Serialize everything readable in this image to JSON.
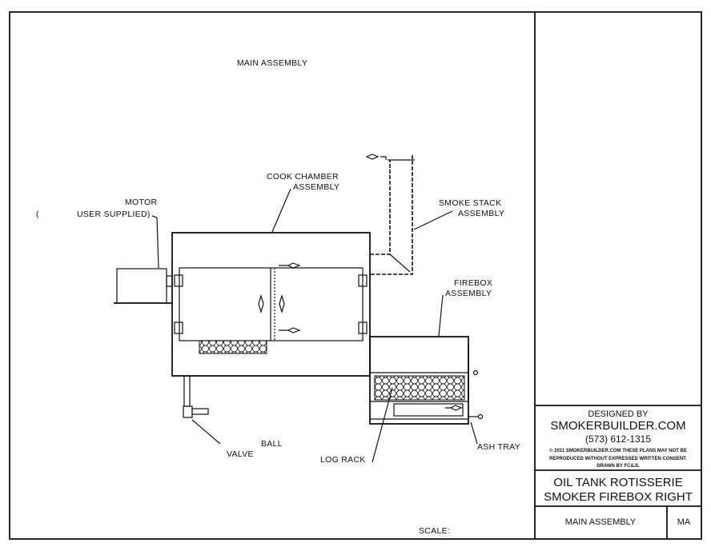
{
  "drawing": {
    "heading": "MAIN ASSEMBLY",
    "labels": {
      "cook_chamber_1": "COOK CHAMBER",
      "cook_chamber_2": "ASSEMBLY",
      "motor_1": "MOTOR",
      "motor_paren": "(",
      "motor_2": "USER SUPPLIED)",
      "smoke_stack_1": "SMOKE STACK",
      "smoke_stack_2": "ASSEMBLY",
      "firebox_1": "FIREBOX",
      "firebox_2": "ASSEMBLY",
      "ball": "BALL",
      "valve": "VALVE",
      "log_rack": "LOG RACK",
      "ash_tray": "ASH TRAY"
    },
    "scale_label": "SCALE:"
  },
  "title_block": {
    "designed_by": "DESIGNED BY",
    "company": "SMOKERBUILDER.COM",
    "phone": "(573) 612-1315",
    "copyright_1": "© 2011 SMOKERBUILDER.COM THESE PLANS MAY NOT BE",
    "copyright_2": "REPRODUCED WITHOUT EXPRESSED WRITTEN CONSENT.",
    "drawn_by": "DRAWN BY FC&JL",
    "title_1": "OIL TANK ROTISSERIE",
    "title_2": "SMOKER FIREBOX RIGHT",
    "sheet_name": "MAIN ASSEMBLY",
    "sheet_code": "MA"
  }
}
